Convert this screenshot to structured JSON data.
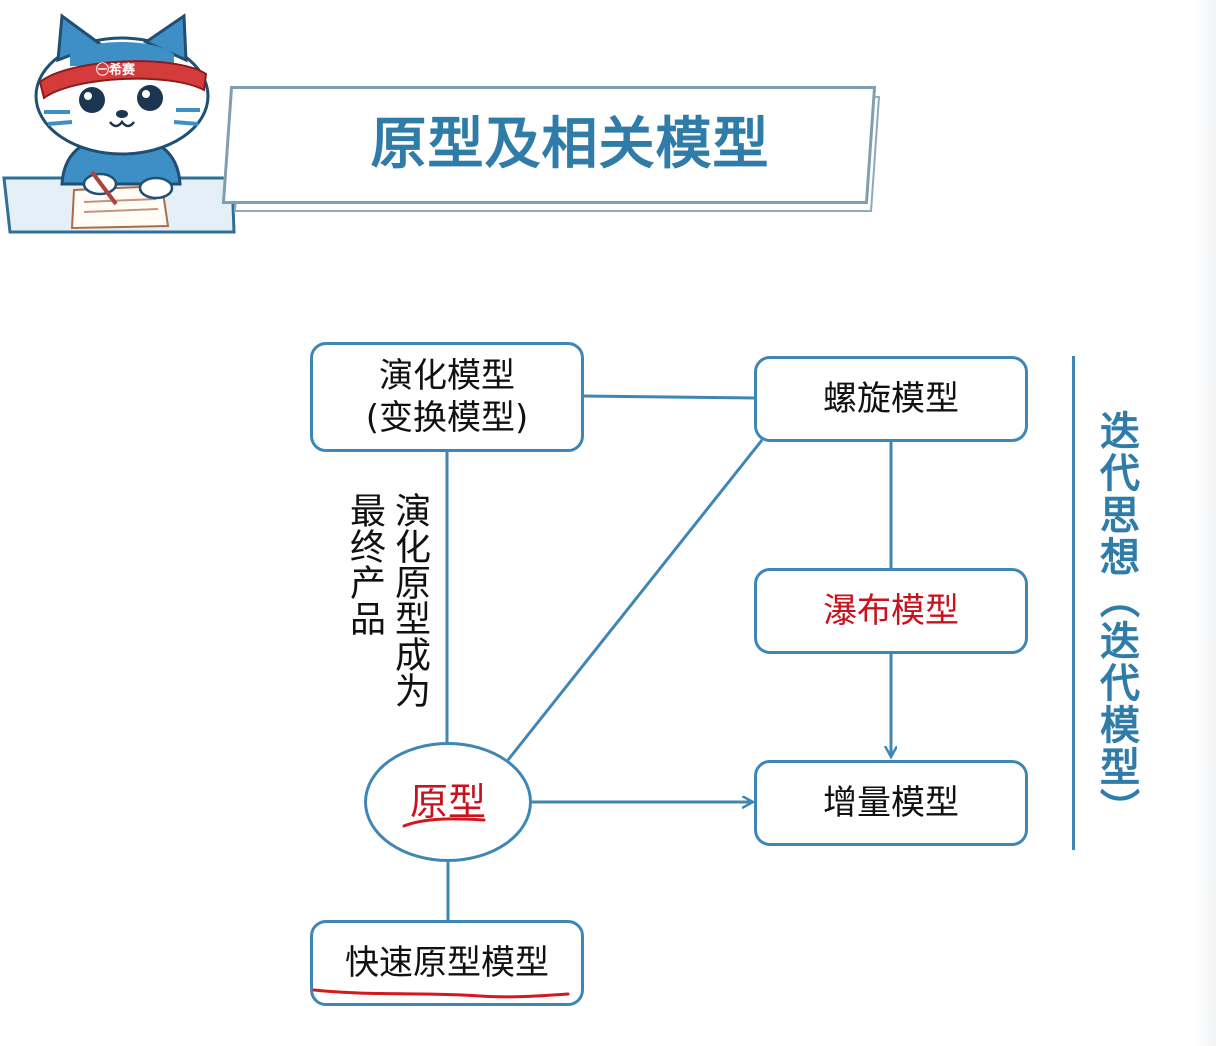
{
  "title": "原型及相关模型",
  "mascot": {
    "headband_text": "㊀希赛",
    "icon": "cat-mascot-writing-icon"
  },
  "nodes": {
    "evolution": {
      "line1": "演化模型",
      "line2": "(变换模型)"
    },
    "spiral": {
      "label": "螺旋模型"
    },
    "waterfall": {
      "label": "瀑布模型"
    },
    "incremental": {
      "label": "增量模型"
    },
    "prototype": {
      "label": "原型"
    },
    "rapid": {
      "label": "快速原型模型"
    }
  },
  "edge_note": "演化原型成为最终产品",
  "iteration_label": "迭代思想（迭代模型）",
  "colors": {
    "accent_blue": "#2f7ca8",
    "line_blue": "#3f86b5",
    "highlight_red": "#c8121d"
  }
}
